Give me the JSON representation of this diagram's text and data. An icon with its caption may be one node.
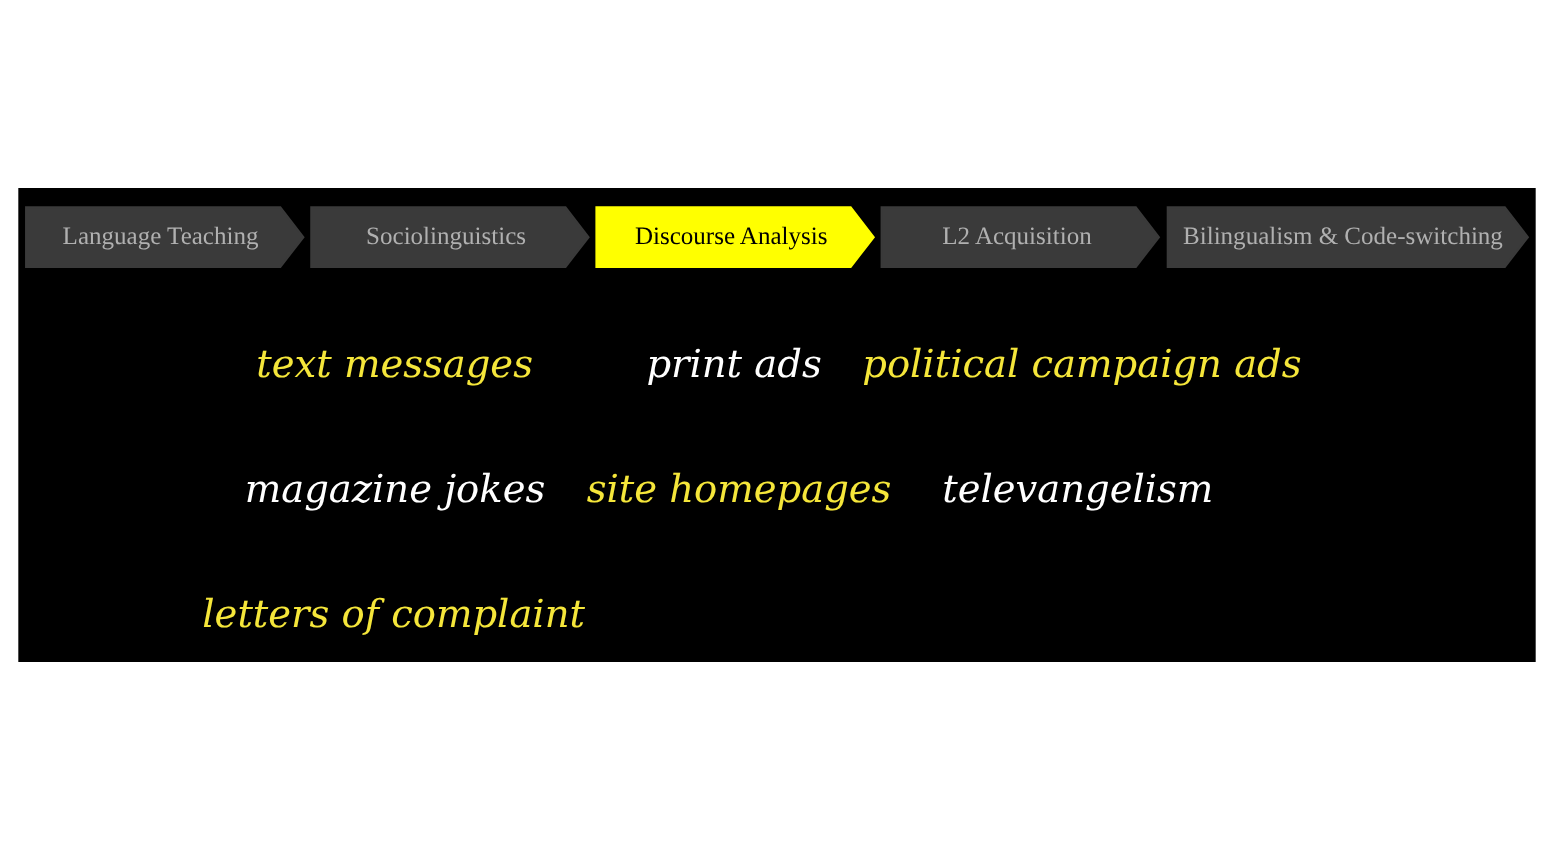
{
  "diagram": {
    "nodes": [
      {
        "text": [
          "Language Teaching"
        ]
      },
      {
        "text": [
          "Sociolinguistics"
        ]
      },
      {
        "text": [
          "Discourse Analysis"
        ]
      },
      {
        "text": [
          "L2 Acquisition"
        ]
      },
      {
        "text": [
          "Bilingualism & Code-switching"
        ]
      }
    ],
    "edges": [],
    "labels": [
      "text messages",
      "print ads",
      "political campaign ads",
      "magazine jokes",
      "site homepages",
      "televangelism",
      "letters of complaint"
    ]
  }
}
